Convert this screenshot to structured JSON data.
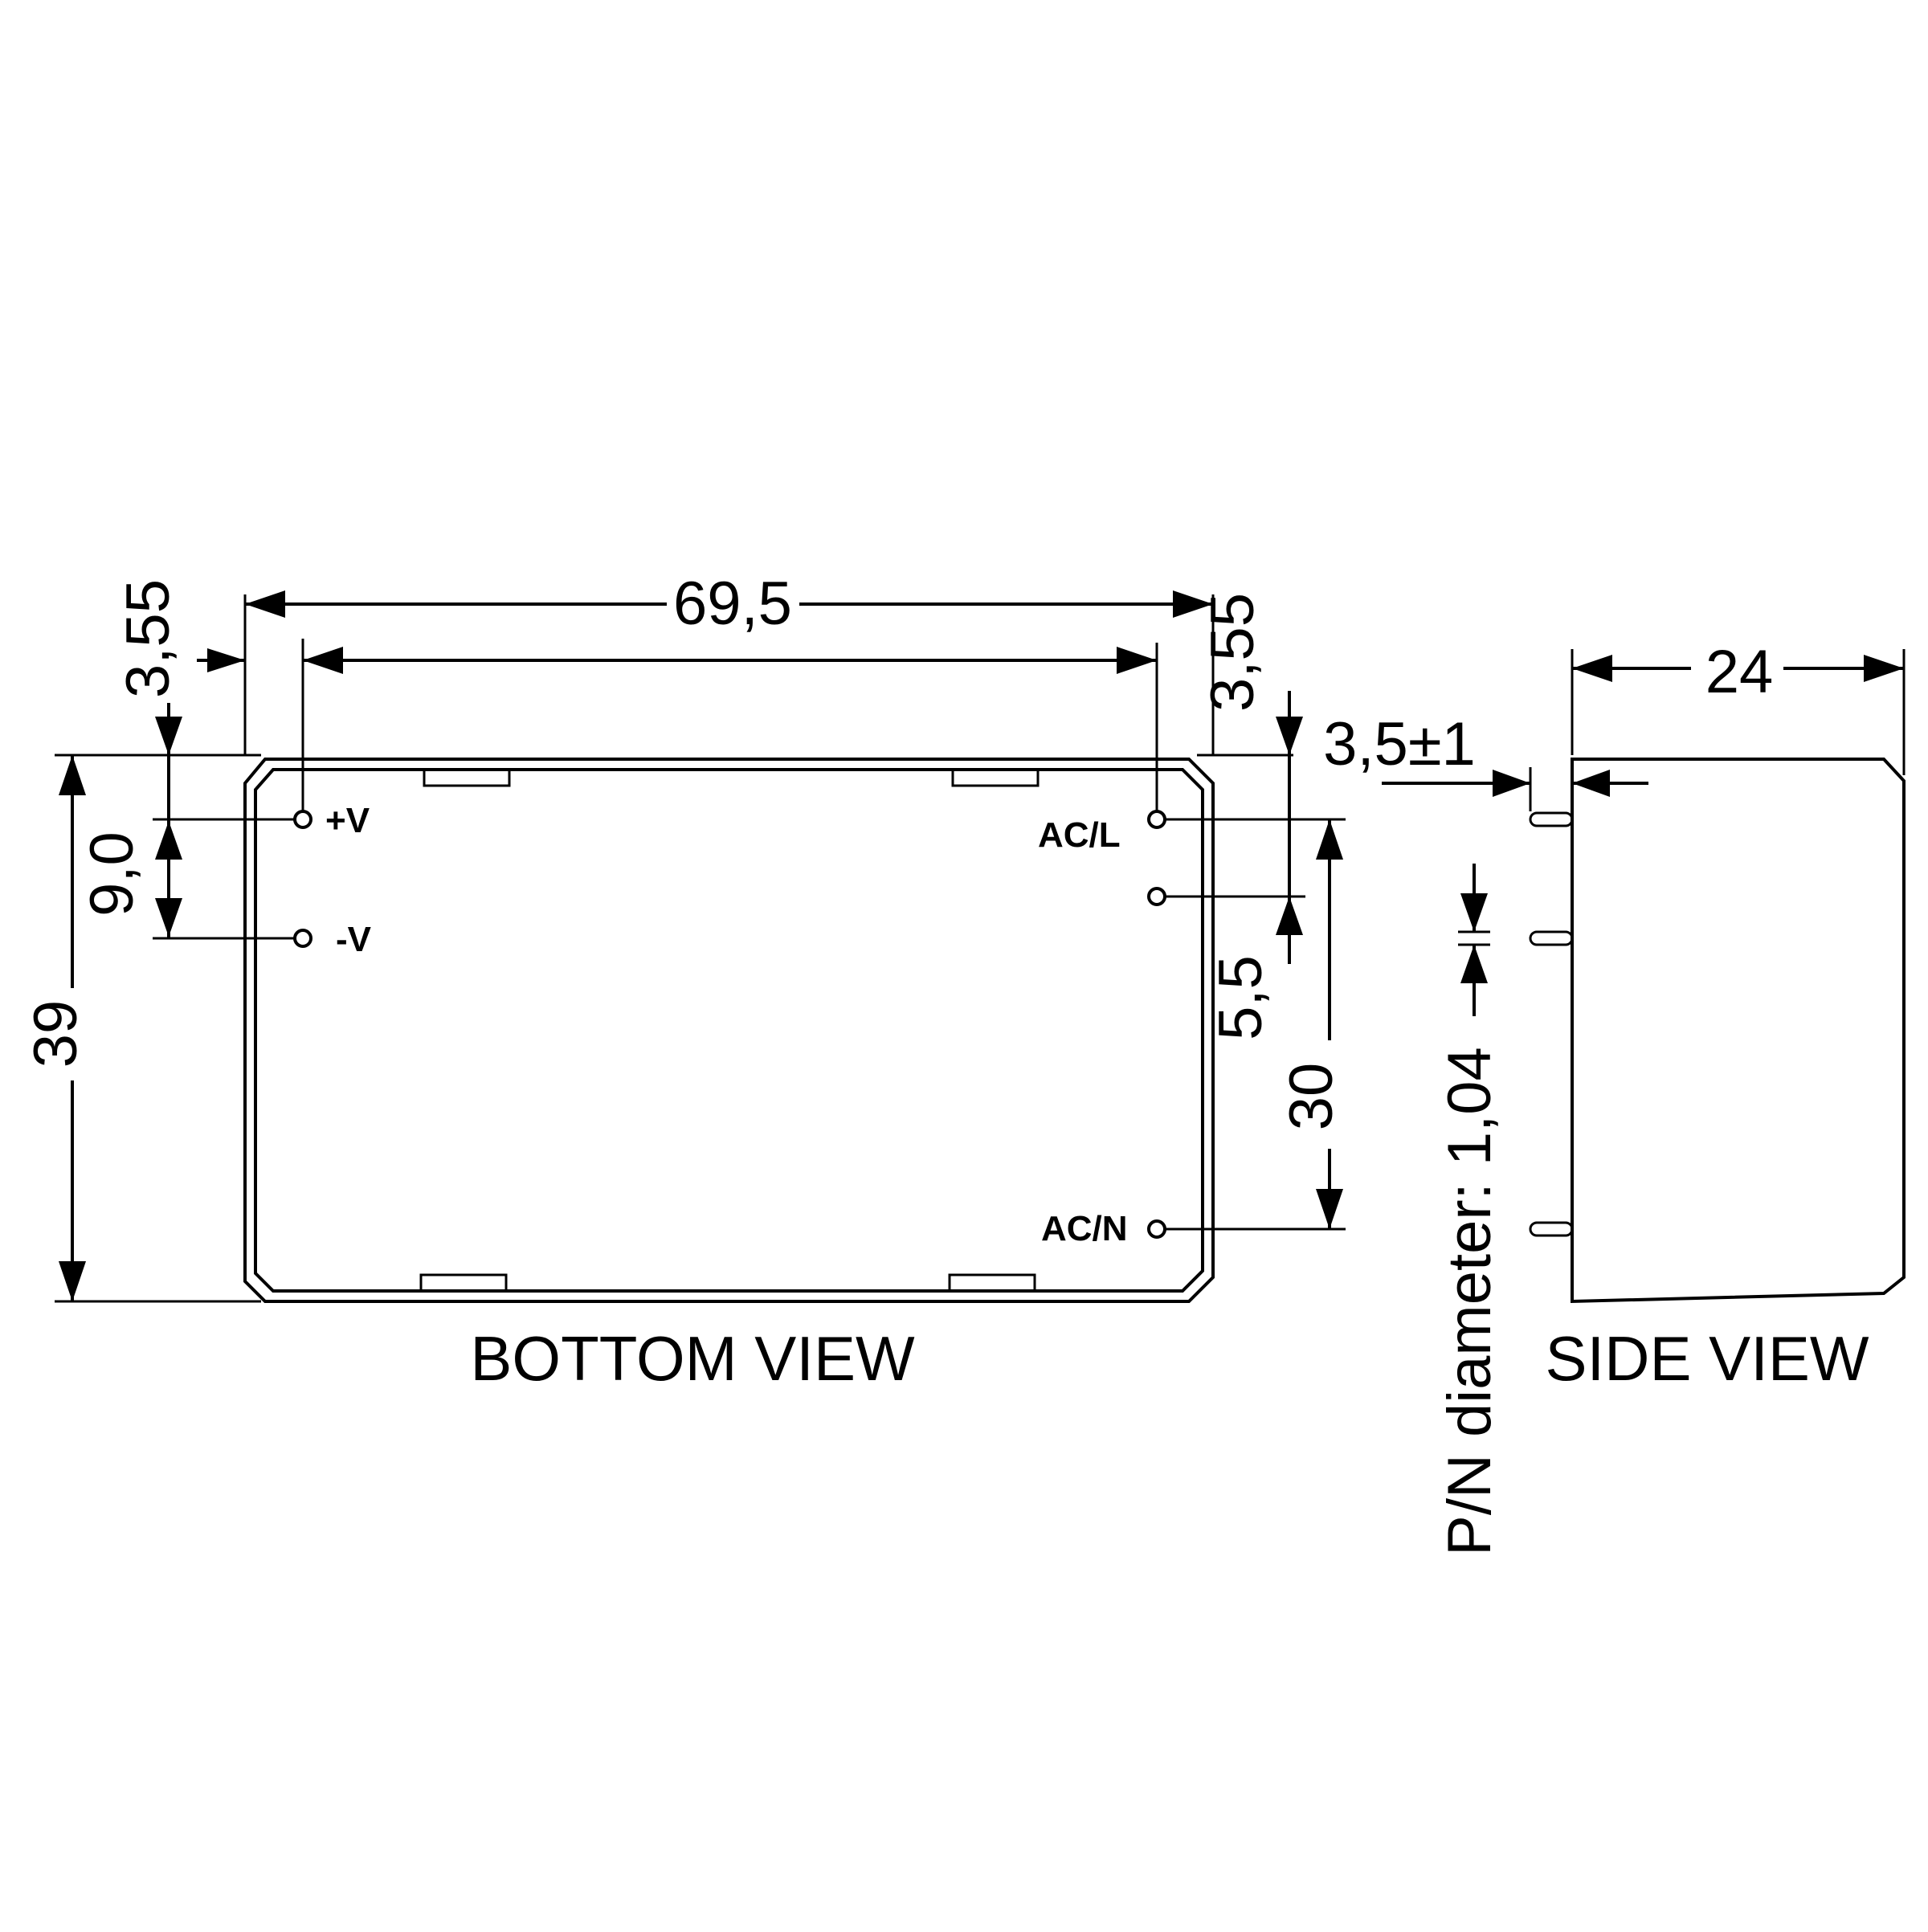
{
  "dimensions": {
    "overall_length": "69,5",
    "pin_offset_left": "3,55",
    "pin_offset_right": "3,55",
    "height": "39",
    "pin_pitch_output": "9,0",
    "pin_pitch_ac_small": "5,5",
    "pin_pitch_ac": "30",
    "pin_length": "3,5±1",
    "depth": "24",
    "pin_diameter": "P/N diameter: 1,04"
  },
  "pins": {
    "plus_v": "+V",
    "minus_v": "-V",
    "ac_l": "AC/L",
    "ac_n": "AC/N"
  },
  "views": {
    "bottom": "BOTTOM VIEW",
    "side": "SIDE VIEW"
  }
}
